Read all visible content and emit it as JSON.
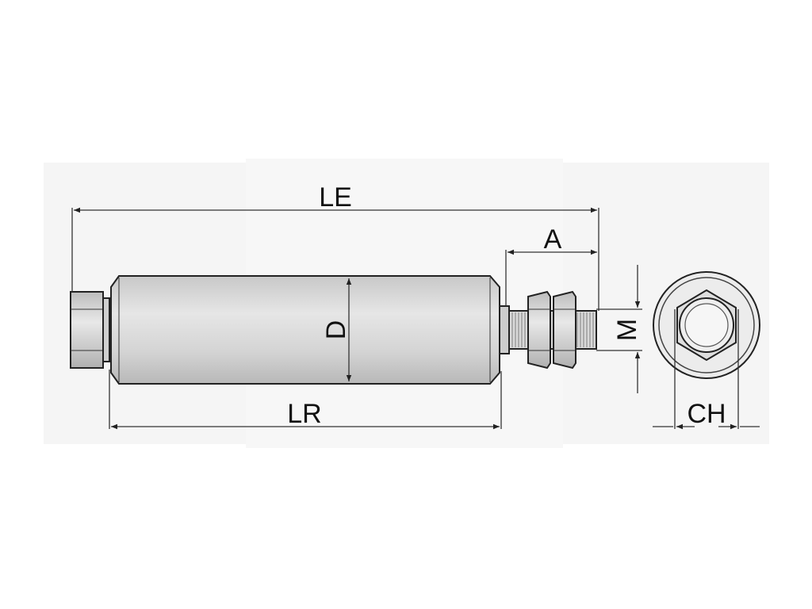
{
  "labels": {
    "le": "LE",
    "a": "A",
    "d": "D",
    "m": "M",
    "lr": "LR",
    "ch": "CH"
  },
  "colors": {
    "background": "#ffffff",
    "panel": "#f4f4f4",
    "body_fill": "#dcdcdc",
    "nut_fill": "#d6d6d6",
    "line": "#222222"
  }
}
